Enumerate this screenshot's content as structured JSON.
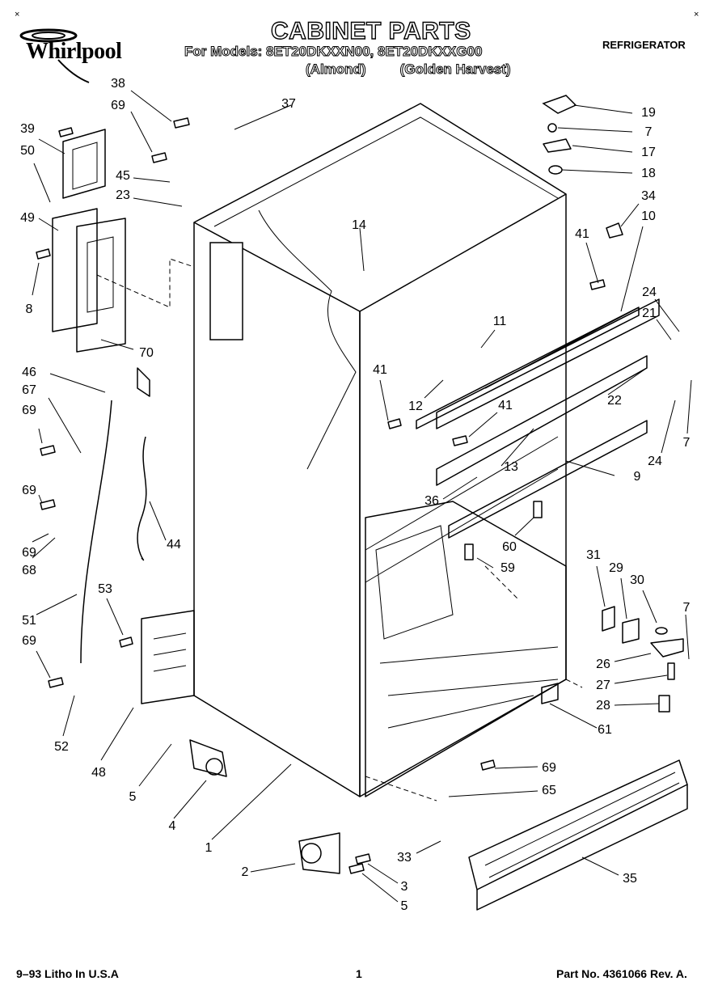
{
  "header": {
    "brand": "Whirlpool",
    "title": "CABINET PARTS",
    "models_line": "For Models:  8ET20DKXXN00, 8ET20DKXXG00",
    "variant_1": "(Almond)",
    "variant_2": "(Golden Harvest)",
    "category": "REFRIGERATOR",
    "corner_mark_left": "×",
    "corner_mark_right": "×"
  },
  "footer": {
    "print_info": "9–93  Litho In U.S.A",
    "page_number": "1",
    "part_number": "Part No. 4361066  Rev. A."
  },
  "callouts": [
    "38",
    "69",
    "37",
    "19",
    "7",
    "17",
    "18",
    "39",
    "50",
    "45",
    "23",
    "34",
    "10",
    "49",
    "14",
    "41",
    "8",
    "24",
    "21",
    "70",
    "11",
    "46",
    "41",
    "67",
    "12",
    "41",
    "22",
    "69",
    "7",
    "13",
    "9",
    "24",
    "36",
    "69",
    "60",
    "44",
    "59",
    "69",
    "68",
    "53",
    "31",
    "29",
    "30",
    "7",
    "51",
    "69",
    "26",
    "27",
    "28",
    "52",
    "48",
    "61",
    "5",
    "69",
    "65",
    "4",
    "1",
    "2",
    "33",
    "35",
    "3",
    "5"
  ]
}
